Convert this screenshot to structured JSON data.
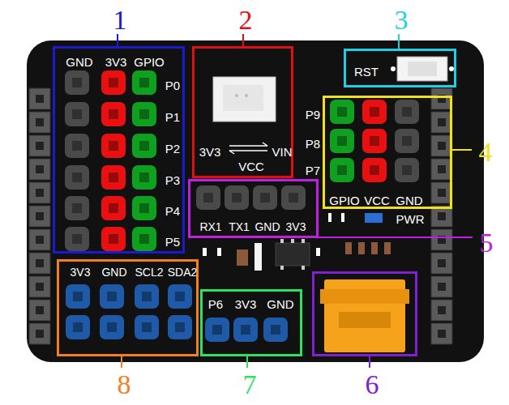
{
  "diagram": {
    "nodes": [
      {
        "text": [
          "PWR"
        ]
      },
      {
        "text": [
          "1",
          "GND",
          "3V3",
          "GPIO",
          "P0",
          "P1",
          "P2",
          "P3",
          "P4",
          "P5"
        ],
        "in": 0
      },
      {
        "text": [
          "2",
          "3V3",
          "VCC",
          "VIN"
        ],
        "in": 0
      },
      {
        "text": [
          "3",
          "RST"
        ],
        "in": 0
      },
      {
        "text": [
          "4",
          "P9",
          "P8",
          "P7",
          "GPIO",
          "VCC",
          "GND"
        ],
        "in": 0
      },
      {
        "text": [
          "5",
          "RX1",
          "TX1",
          "GND",
          "3V3"
        ],
        "in": 0
      },
      {
        "text": [
          "6"
        ],
        "in": 0
      },
      {
        "text": [
          "7",
          "P6",
          "3V3",
          "GND"
        ],
        "in": 0
      },
      {
        "text": [
          "8",
          "3V3",
          "GND",
          "SCL2",
          "SDA2"
        ],
        "in": 0
      }
    ]
  }
}
